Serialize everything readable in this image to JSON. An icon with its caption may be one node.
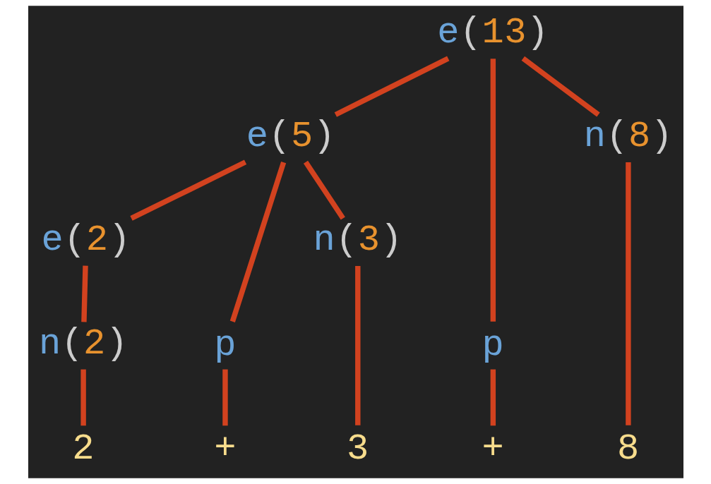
{
  "diagram": {
    "nodes": [
      {
        "text": [
          "e(13)"
        ]
      },
      {
        "text": [
          "e(5)"
        ]
      },
      {
        "text": [
          "p"
        ]
      },
      {
        "text": [
          "n(8)"
        ]
      },
      {
        "text": [
          "e(2)"
        ]
      },
      {
        "text": [
          "p"
        ]
      },
      {
        "text": [
          "n(3)"
        ]
      },
      {
        "text": [
          "n(2)"
        ]
      },
      {
        "text": [
          "2"
        ]
      },
      {
        "text": [
          "+"
        ]
      },
      {
        "text": [
          "3"
        ]
      },
      {
        "text": [
          "+"
        ]
      },
      {
        "text": [
          "8"
        ]
      }
    ],
    "edges": [
      {
        "from": 0,
        "to": 1,
        "arrow": "none"
      },
      {
        "from": 0,
        "to": 2,
        "arrow": "none"
      },
      {
        "from": 0,
        "to": 3,
        "arrow": "none"
      },
      {
        "from": 1,
        "to": 4,
        "arrow": "none"
      },
      {
        "from": 1,
        "to": 5,
        "arrow": "none"
      },
      {
        "from": 1,
        "to": 6,
        "arrow": "none"
      },
      {
        "from": 4,
        "to": 7,
        "arrow": "none"
      },
      {
        "from": 7,
        "to": 8,
        "arrow": "none"
      },
      {
        "from": 5,
        "to": 9,
        "arrow": "none"
      },
      {
        "from": 6,
        "to": 10,
        "arrow": "none"
      },
      {
        "from": 2,
        "to": 11,
        "arrow": "none"
      },
      {
        "from": 3,
        "to": 12,
        "arrow": "none"
      }
    ]
  }
}
